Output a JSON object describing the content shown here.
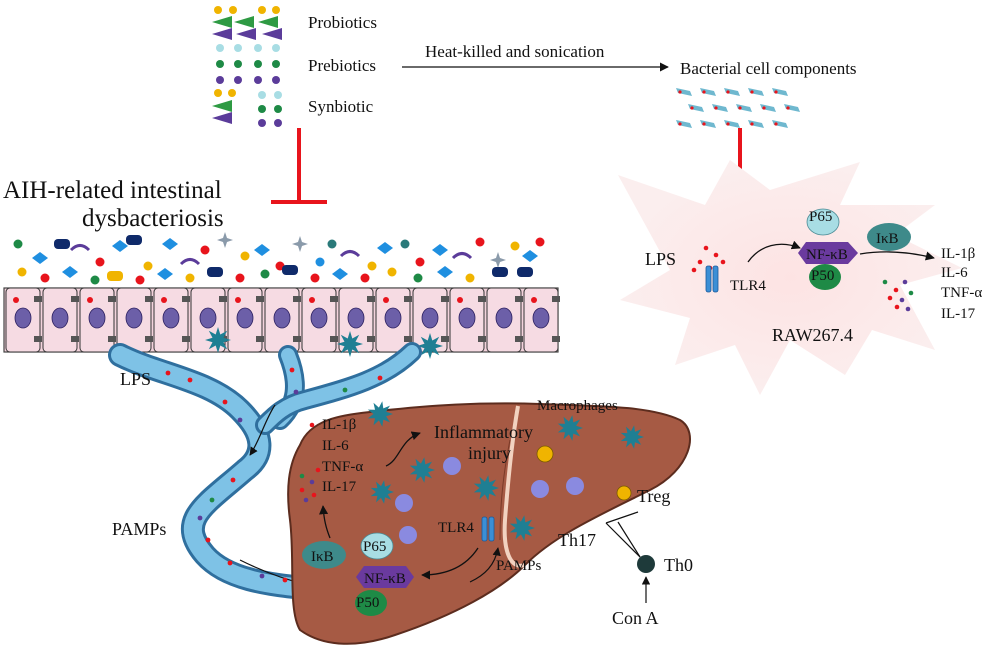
{
  "treatments": {
    "probiotics": "Probiotics",
    "prebiotics": "Prebiotics",
    "synbiotic": "Synbiotic"
  },
  "process": {
    "label": "Heat-killed  and sonication",
    "result": "Bacterial cell components"
  },
  "gut": {
    "title_line1": "AIH-related intestinal",
    "title_line2": "dysbacteriosis",
    "lps": "LPS",
    "pamps": "PAMPs"
  },
  "cell": {
    "name": "RAW267.4",
    "lps": "LPS",
    "tlr4": "TLR4",
    "p65": "P65",
    "p50": "P50",
    "nfkb": "NF-κB",
    "ikb": "IκB",
    "cytokines": [
      "IL-1β",
      "IL-6",
      "TNF-α",
      "IL-17"
    ]
  },
  "liver": {
    "cytokines": [
      "IL-1β",
      "IL-6",
      "TNF-α",
      "IL-17"
    ],
    "inflammatory_line1": "Inflammatory",
    "inflammatory_line2": "injury",
    "macrophages": "Macrophages",
    "tlr4": "TLR4",
    "pamps": "PAMPs",
    "ikb": "IκB",
    "p65": "P65",
    "p50": "P50",
    "nfkb": "NF-κB"
  },
  "tcells": {
    "treg": "Treg",
    "th17": "Th17",
    "th0": "Th0",
    "cona": "Con A"
  },
  "colors": {
    "inhibit": "#e8141c",
    "liver": "#a65a44",
    "vessel": "#5fa8d8",
    "macrophage": "#1f7f93",
    "nfkb": "#6a3a9e",
    "p50": "#1e8a46",
    "p65": "#a8dde4",
    "ikb": "#3e8a8a"
  }
}
